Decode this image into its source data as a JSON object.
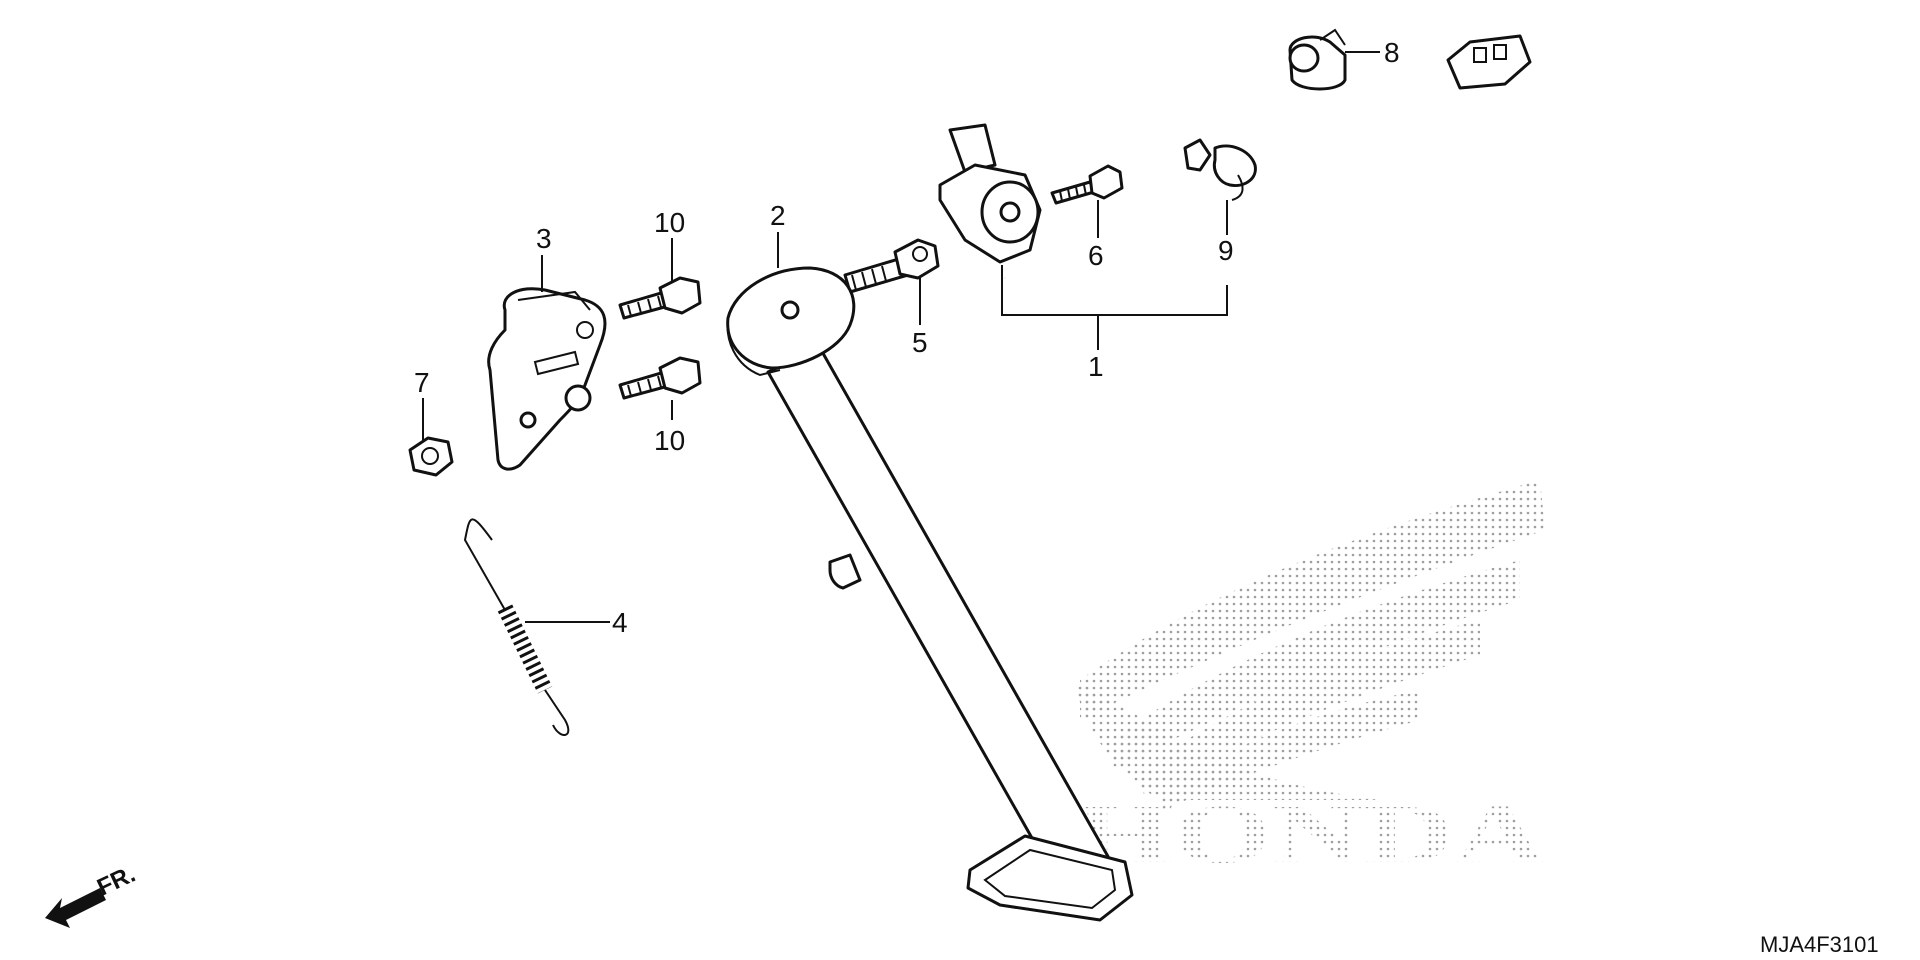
{
  "diagram": {
    "drawing_code": "MJA4F3101",
    "direction_label": "FR.",
    "watermark": {
      "brand": "HONDA",
      "color": "#9a9a9a"
    },
    "callouts": {
      "p1": "1",
      "p2": "2",
      "p3": "3",
      "p4": "4",
      "p5": "5",
      "p6": "6",
      "p7": "7",
      "p8": "8",
      "p9": "9",
      "p10a": "10",
      "p10b": "10"
    },
    "parts": [
      "side-stand-switch",
      "side-stand",
      "side-stand-bracket",
      "side-stand-spring",
      "pivot-bolt",
      "switch-bolt",
      "nut",
      "harness-clamp",
      "wire-clip",
      "flange-bolt"
    ]
  }
}
